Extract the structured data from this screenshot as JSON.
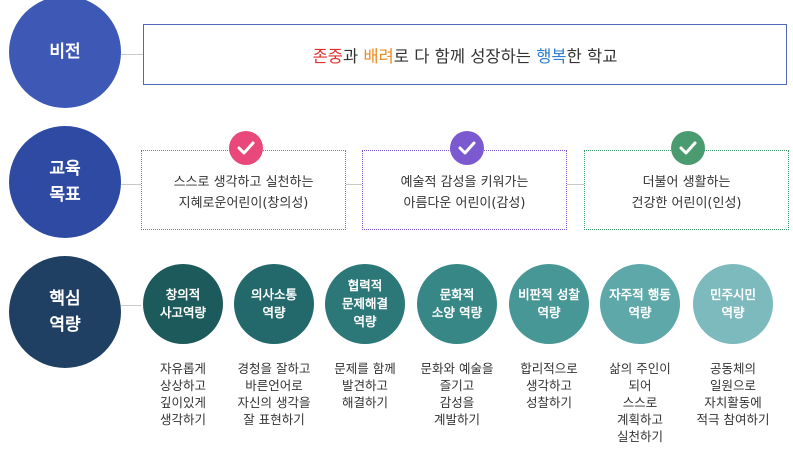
{
  "labels": {
    "vision": "비전",
    "goal": "교육\n목표",
    "core": "핵심\n역량"
  },
  "vision": {
    "p1": "존중",
    "p2": "과 ",
    "p3": "배려",
    "p4": "로 다 함께 성장하는 ",
    "p5": "행복",
    "p6": "한 학교"
  },
  "goals": [
    {
      "text": "스스로 생각하고 실천하는\n지혜로운어린이(창의성)"
    },
    {
      "text": "예술적 감성을 키워가는\n아름다운 어린이(감성)"
    },
    {
      "text": "더불어 생활하는\n건강한 어린이(인성)"
    }
  ],
  "competencies": [
    {
      "name": "창의적\n사고역량",
      "desc": "자유롭게\n상상하고\n깊이있게\n생각하기",
      "color": "#1d5a5c"
    },
    {
      "name": "의사소통\n역량",
      "desc": "경청을 잘하고\n바른언어로\n자신의 생각을\n잘 표현하기",
      "color": "#23696b"
    },
    {
      "name": "협력적\n문제해결\n역량",
      "desc": "문제를 함께\n발견하고\n해결하기",
      "color": "#2c7778"
    },
    {
      "name": "문화적\n소양 역량",
      "desc": "문화와 예술을\n즐기고\n감성을\n계발하기",
      "color": "#388787"
    },
    {
      "name": "비판적 성찰\n역량",
      "desc": "합리적으로\n생각하고\n성찰하기",
      "color": "#489797"
    },
    {
      "name": "자주적 행동\n역량",
      "desc": "삶의 주인이\n되어\n스스로\n계획하고\n실천하기",
      "color": "#5ea8a9"
    },
    {
      "name": "민주시민\n역량",
      "desc": "공동체의\n일원으로\n자치활동에\n적극 참여하기",
      "color": "#7dbabd"
    }
  ]
}
